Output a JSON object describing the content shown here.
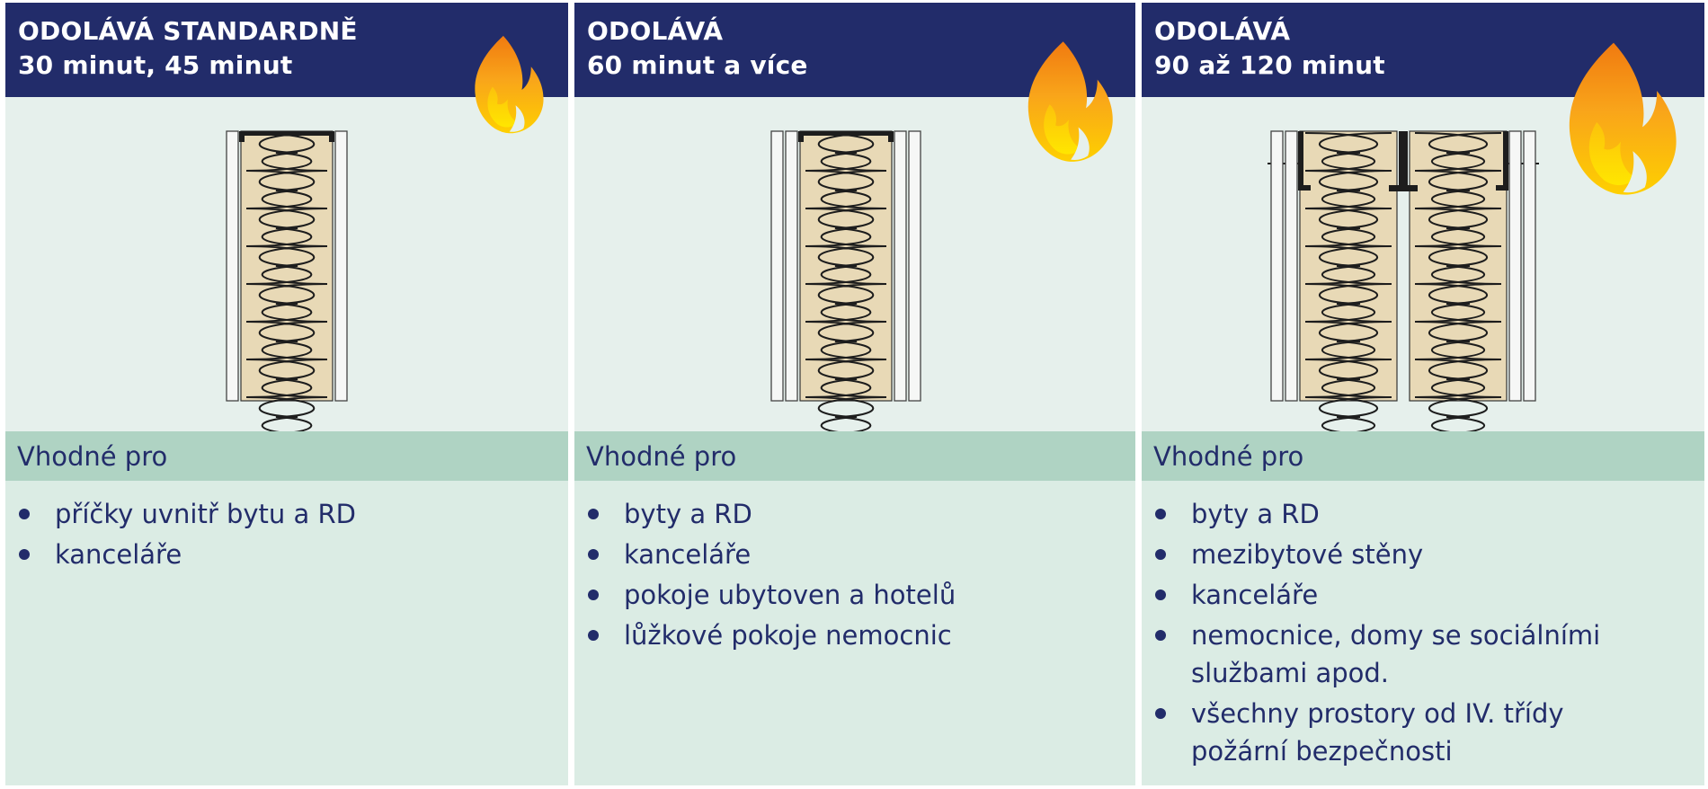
{
  "colors": {
    "header_bg": "#222c6a",
    "illustration_bg": "#e6f0ec",
    "label_bar_bg": "#afd3c3",
    "list_bg": "#dbece4",
    "text": "#222c6a",
    "insulation": "#e8d9b6",
    "flame_outer": "#f08a12",
    "flame_inner": "#fde000"
  },
  "panels": [
    {
      "title_lines": [
        "ODOLÁVÁ STANDARDNĚ",
        "30 minut, 45 minut"
      ],
      "flame_icon": "flame-icon-small",
      "wall_icon": "single-stud-wall-single-board-icon",
      "label": "Vhodné pro",
      "items": [
        {
          "lines": [
            "příčky uvnitř bytu a RD"
          ]
        },
        {
          "lines": [
            "kanceláře"
          ]
        }
      ]
    },
    {
      "title_lines": [
        "ODOLÁVÁ",
        "60 minut a více"
      ],
      "flame_icon": "flame-icon-medium",
      "wall_icon": "single-stud-wall-double-board-icon",
      "label": "Vhodné pro",
      "items": [
        {
          "lines": [
            "byty a RD"
          ]
        },
        {
          "lines": [
            "kanceláře"
          ]
        },
        {
          "lines": [
            "pokoje ubytoven a hotelů"
          ]
        },
        {
          "lines": [
            "lůžkové pokoje nemocnic"
          ]
        }
      ]
    },
    {
      "title_lines": [
        "ODOLÁVÁ",
        "90 až 120 minut"
      ],
      "flame_icon": "flame-icon-large",
      "wall_icon": "double-stud-wall-double-board-icon",
      "label": "Vhodné pro",
      "items": [
        {
          "lines": [
            "byty a RD"
          ]
        },
        {
          "lines": [
            "mezibytové stěny"
          ]
        },
        {
          "lines": [
            "kanceláře"
          ]
        },
        {
          "lines": [
            "nemocnice, domy se sociálními",
            "službami apod."
          ]
        },
        {
          "lines": [
            "všechny prostory od IV. třídy",
            "požární bezpečnosti"
          ]
        }
      ]
    }
  ]
}
